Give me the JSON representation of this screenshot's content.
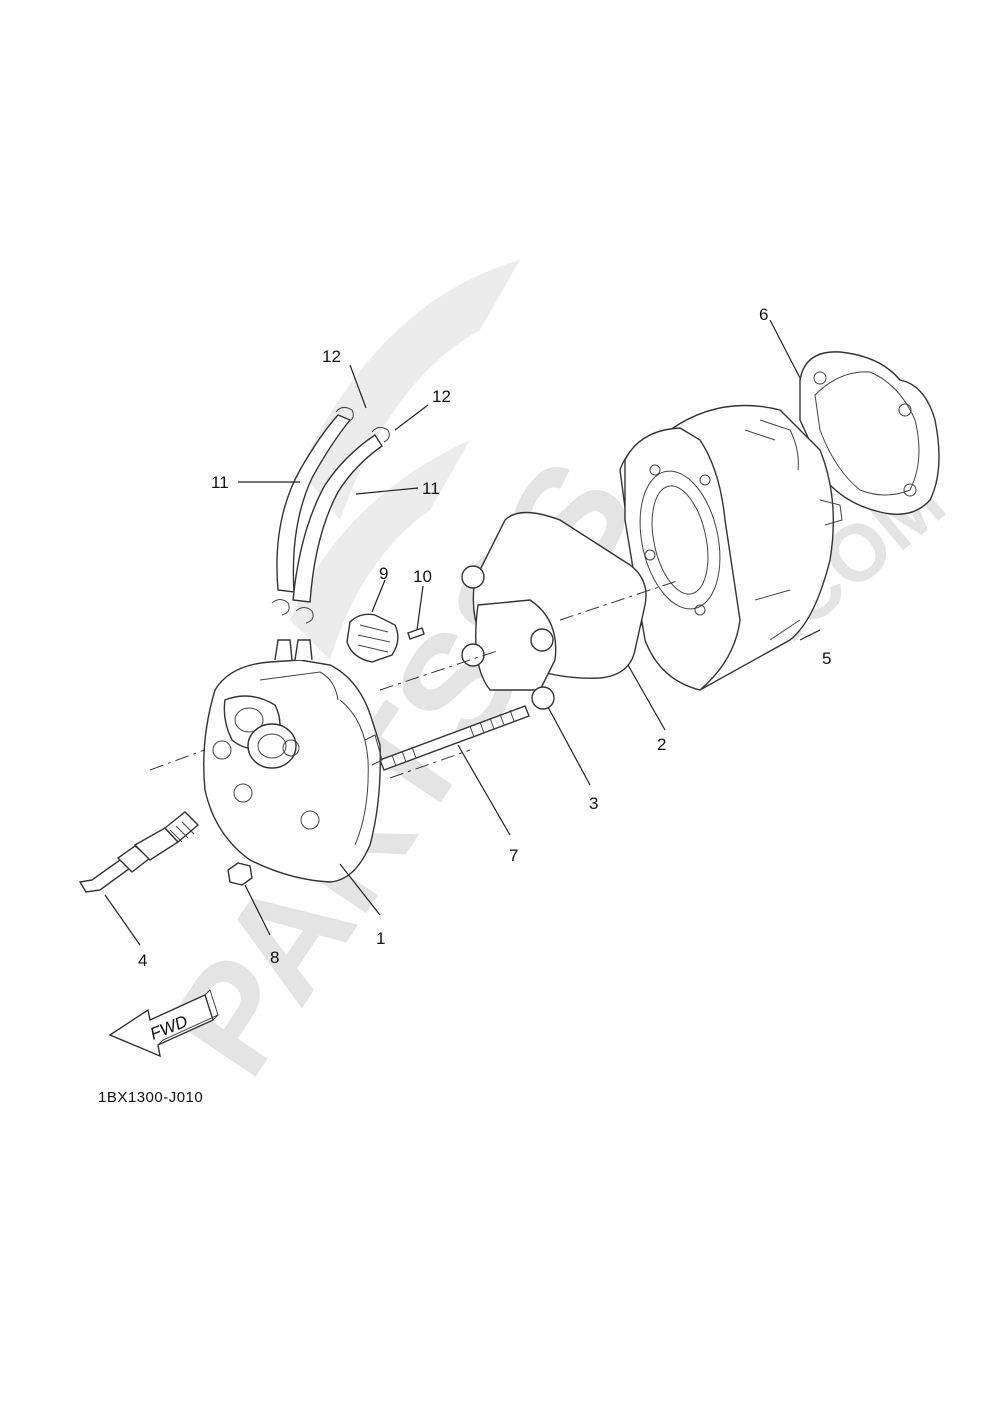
{
  "diagram": {
    "code": "1BX1300-J010",
    "fwd_label": "FWD",
    "watermark_main": "PARTSSS",
    "watermark_suffix": ".COM",
    "callouts": [
      "1",
      "2",
      "3",
      "4",
      "5",
      "6",
      "7",
      "8",
      "9",
      "10",
      "11",
      "11",
      "12",
      "12"
    ]
  }
}
